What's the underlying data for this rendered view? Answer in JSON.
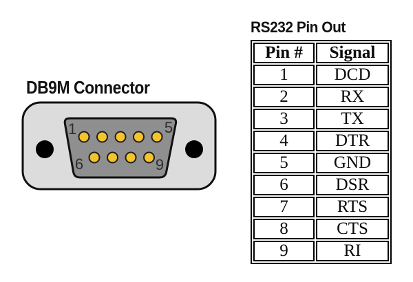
{
  "connector": {
    "label": "DB9M Connector",
    "pin_labels": {
      "top_left": "1",
      "top_right": "5",
      "bottom_left": "6",
      "bottom_right": "9"
    },
    "colors": {
      "shell_fill": "#dcdcdc",
      "outline": "#111111",
      "dsub_fill": "#8f8f8f",
      "hole_fill": "#000000",
      "pin_fill": "#f4c42d",
      "pin_stroke": "#1f1f1f",
      "pin_label_color": "#2e2e2e"
    }
  },
  "pinout": {
    "title": "RS232 Pin Out",
    "columns": [
      "Pin #",
      "Signal"
    ],
    "rows": [
      {
        "pin": "1",
        "signal": "DCD"
      },
      {
        "pin": "2",
        "signal": "RX"
      },
      {
        "pin": "3",
        "signal": "TX"
      },
      {
        "pin": "4",
        "signal": "DTR"
      },
      {
        "pin": "5",
        "signal": "GND"
      },
      {
        "pin": "6",
        "signal": "DSR"
      },
      {
        "pin": "7",
        "signal": "RTS"
      },
      {
        "pin": "8",
        "signal": "CTS"
      },
      {
        "pin": "9",
        "signal": "RI"
      }
    ]
  }
}
